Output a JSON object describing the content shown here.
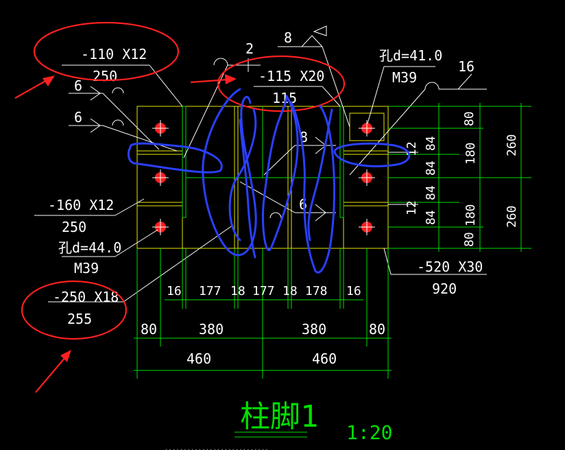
{
  "drawing": {
    "title": "柱脚1",
    "scale": "1:20",
    "footnote": "............................"
  },
  "plates": {
    "top_left": {
      "section": "-110 X12",
      "length": "250"
    },
    "top_center": {
      "section": "-115 X20",
      "length": "115"
    },
    "mid_left": {
      "section": "-160 X12",
      "length": "250"
    },
    "bottom_left": {
      "section": "-250 X18",
      "length": "255"
    },
    "base": {
      "section": "-520 X30",
      "length": "920"
    }
  },
  "holes": {
    "left": {
      "diameter": "孔d=44.0",
      "bolt": "M39"
    },
    "right": {
      "diameter": "孔d=41.0",
      "bolt": "M39"
    }
  },
  "welds": {
    "w1": "6",
    "w2": "6",
    "w3": "8",
    "w4": "8",
    "w5": "6",
    "w6": "16",
    "w7": "2",
    "w8": "12",
    "w9": "12"
  },
  "dims_right": {
    "inner": [
      "80",
      "84",
      "84",
      "84",
      "84",
      "80"
    ],
    "mid": [
      "180",
      "180"
    ],
    "outer": [
      "260",
      "260"
    ]
  },
  "dims_bottom": {
    "row1": [
      "16",
      "177",
      "18",
      "177",
      "18",
      "178",
      "16"
    ],
    "row2": [
      "80",
      "380",
      "380",
      "80"
    ],
    "row3": [
      "460",
      "460"
    ]
  },
  "colors": {
    "background": "#000000",
    "plate_outline": "#e8e800",
    "dimension": "#00e000",
    "text": "#ffffff",
    "bolt_hole": "#ff2020",
    "markup_circle": "#ff2020",
    "markup_scribble": "#2a40ff"
  }
}
